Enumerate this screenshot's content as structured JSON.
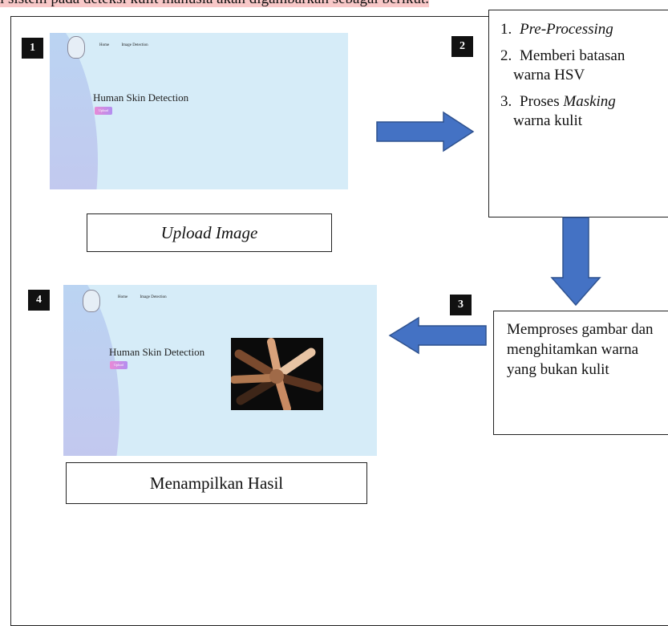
{
  "caption": "i sistem pada deteksi kulit manusia akan digambarkan sebagai berikut.",
  "steps_numbers": [
    "1",
    "2",
    "3",
    "4"
  ],
  "app": {
    "nav_home": "Home",
    "nav_detection": "Image Detection",
    "title": "Human Skin Detection",
    "button": "Upload"
  },
  "label_upload": "Upload Image",
  "label_result": "Menampilkan Hasil",
  "process_steps": [
    {
      "num": "1.",
      "text": "Pre-Processing",
      "italic": true
    },
    {
      "num": "2.",
      "text": "Memberi batasan",
      "cont": "warna HSV"
    },
    {
      "num": "3.",
      "text_plain": "Proses ",
      "text_italic": "Masking",
      "cont": "warna kulit"
    }
  ],
  "process_desc": "Memproses gambar dan menghitamkan warna yang bukan kulit",
  "image_alt": "hands-circle-photo",
  "colors": {
    "arrow": "#4472c4",
    "arrow_stroke": "#2f528f",
    "badge": "#111111",
    "screenshot_bg": "#d6ecf8"
  }
}
